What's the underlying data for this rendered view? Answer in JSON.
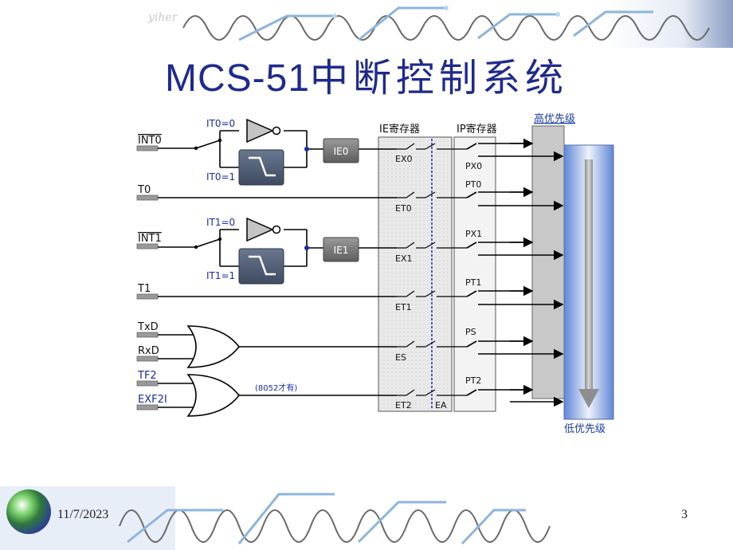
{
  "slide": {
    "title_latin": "MCS-51",
    "title_cjk": "中断控制系统",
    "watermark": "yiher",
    "date": "11/7/2023",
    "page_number": "3"
  },
  "diagram": {
    "inputs": {
      "int0": "INT0",
      "t0": "T0",
      "int1": "INT1",
      "t1": "T1",
      "txd": "TxD",
      "rxd": "RxD",
      "tf2": "TF2",
      "exf2": "EXF2I"
    },
    "trigger_labels": {
      "it0_0": "IT0=0",
      "it0_1": "IT0=1",
      "it1_0": "IT1=0",
      "it1_1": "IT1=1"
    },
    "flags": {
      "ie0": "IE0",
      "ie1": "IE1"
    },
    "ie_register_title": "IE寄存器",
    "ip_register_title": "IP寄存器",
    "ie_bits": [
      "EX0",
      "ET0",
      "EX1",
      "ET1",
      "ES",
      "ET2"
    ],
    "ea_label": "EA",
    "ip_bits": [
      "PX0",
      "PT0",
      "PX1",
      "PT1",
      "PS",
      "PT2"
    ],
    "note_8052": "(8052才有)",
    "high_priority": "高优先级",
    "low_priority": "低优先级"
  },
  "colors": {
    "title": "#1f2a8c",
    "label_blue": "#1a2aa8",
    "dark_text": "#111111",
    "high_low_text": "#1a3ea0"
  }
}
